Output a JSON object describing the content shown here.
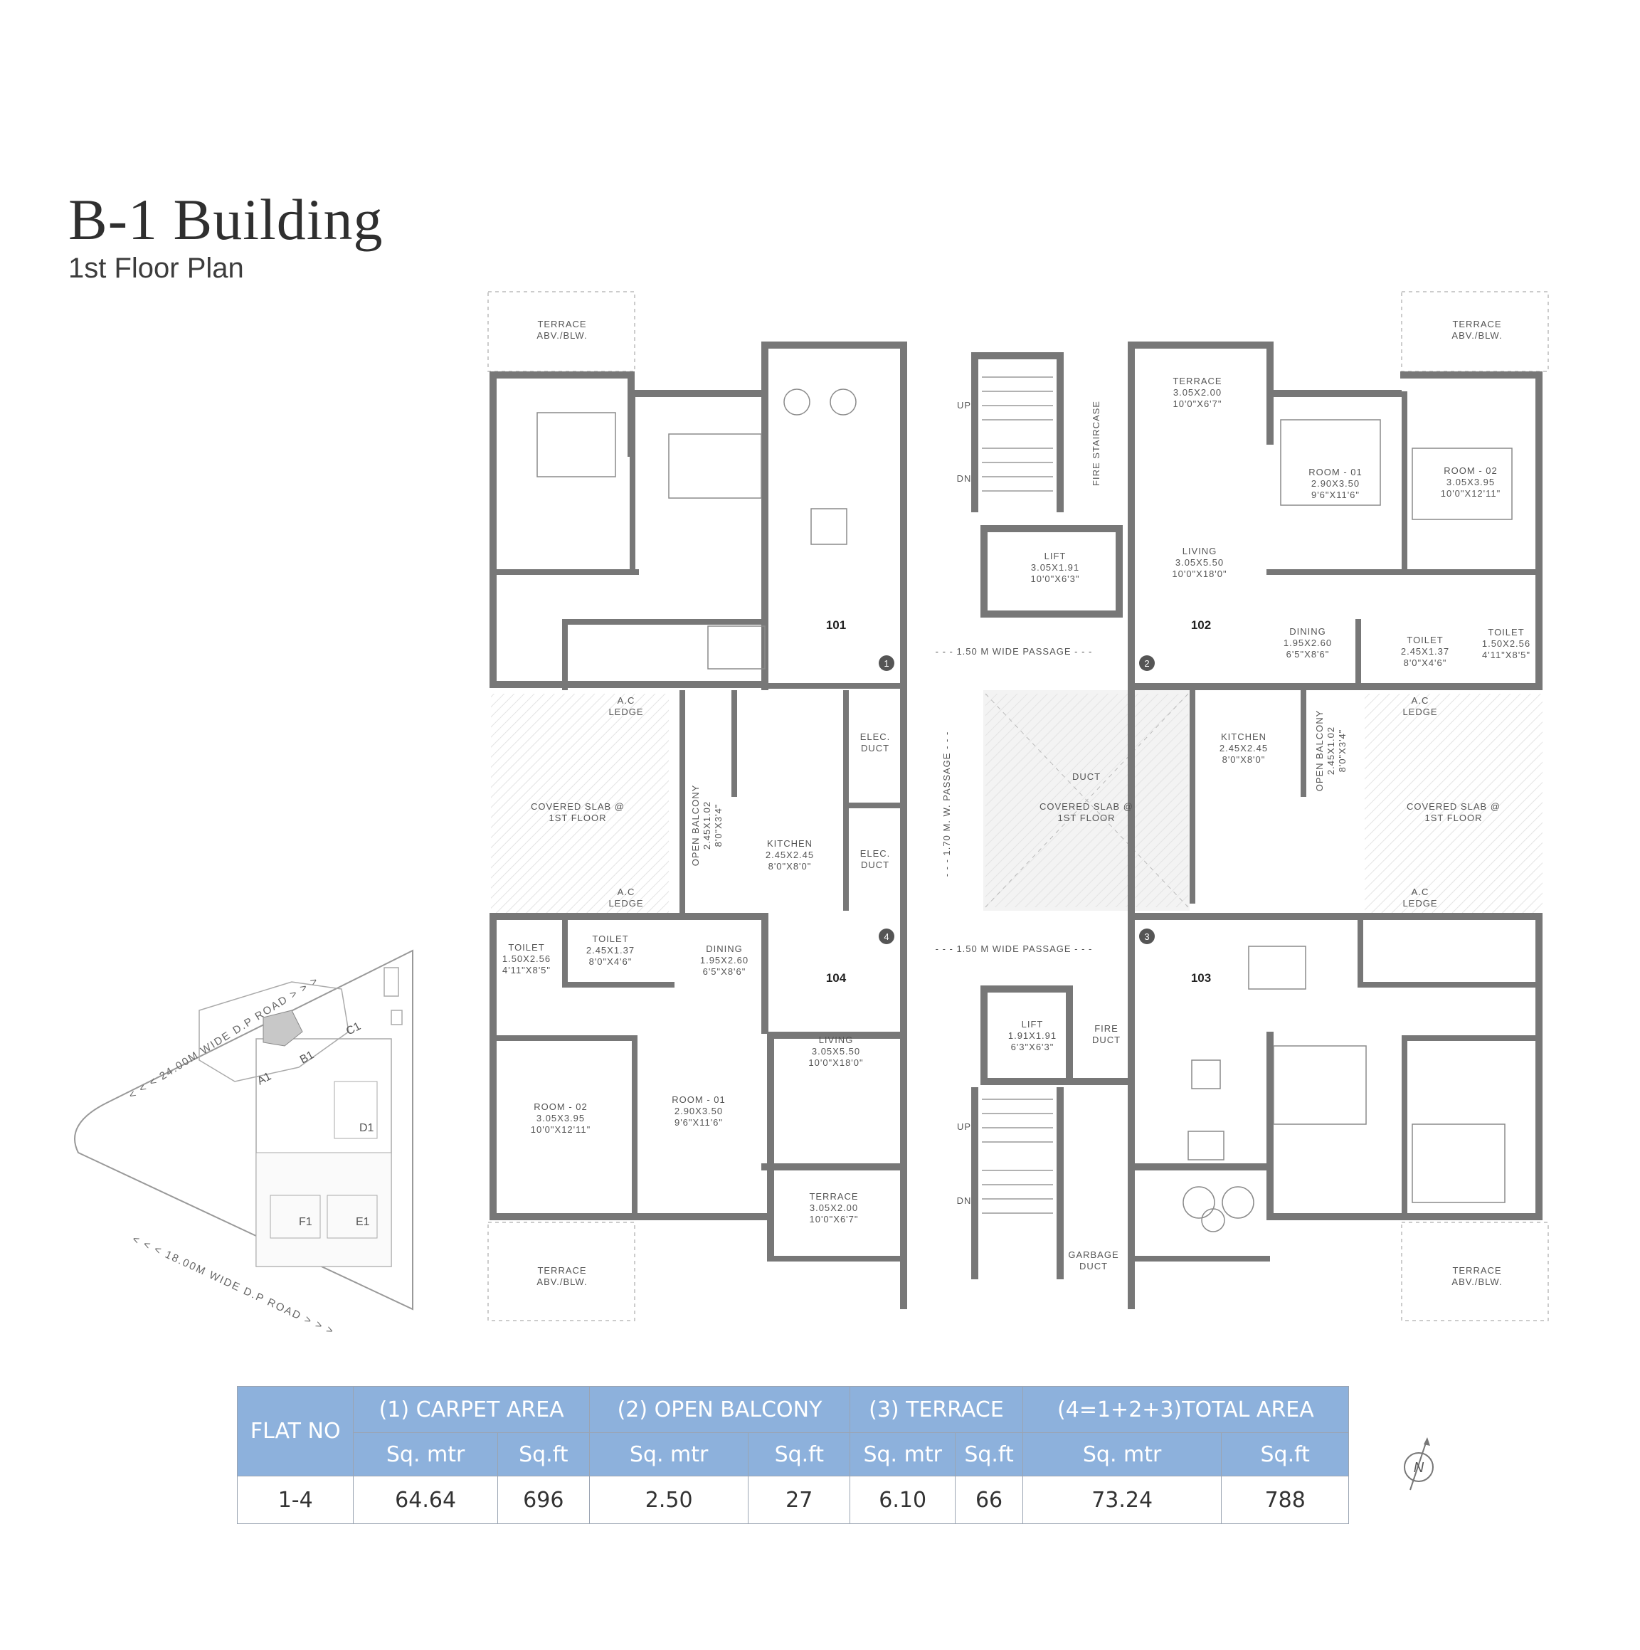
{
  "header": {
    "title": "B-1 Building",
    "subtitle": "1st Floor Plan"
  },
  "plan": {
    "units": [
      "101",
      "102",
      "103",
      "104"
    ],
    "markers": [
      "1",
      "2",
      "3",
      "4"
    ],
    "labels": {
      "terrace_abv": [
        "TERRACE",
        "ABV./BLW."
      ],
      "terrace_102": [
        "TERRACE",
        "3.05X2.00",
        "10'0\"X6'7\""
      ],
      "terrace_104": [
        "TERRACE",
        "3.05X2.00",
        "10'0\"X6'7\""
      ],
      "room01_102": [
        "ROOM - 01",
        "2.90X3.50",
        "9'6\"X11'6\""
      ],
      "room02_102": [
        "ROOM - 02",
        "3.05X3.95",
        "10'0\"X12'11\""
      ],
      "living_102": [
        "LIVING",
        "3.05X5.50",
        "10'0\"X18'0\""
      ],
      "dining_102": [
        "DINING",
        "1.95X2.60",
        "6'5\"X8'6\""
      ],
      "toilet_102a": [
        "TOILET",
        "2.45X1.37",
        "8'0\"X4'6\""
      ],
      "toilet_102b": [
        "TOILET",
        "1.50X2.56",
        "4'11\"X8'5\""
      ],
      "lift_top": [
        "LIFT",
        "3.05X1.91",
        "10'0\"X6'3\""
      ],
      "lift_bottom": [
        "LIFT",
        "1.91X1.91",
        "6'3\"X6'3\""
      ],
      "fire_staircase": "FIRE STAIRCASE",
      "passage_150": "- - - 1.50 M WIDE PASSAGE - - -",
      "passage_170": "- - - 1.70 M. W. PASSAGE - - -",
      "ac_ledge": [
        "A.C",
        "LEDGE"
      ],
      "covered_slab": [
        "COVERED SLAB @",
        "1ST FLOOR"
      ],
      "duct": "DUCT",
      "elec_duct": [
        "ELEC.",
        "DUCT"
      ],
      "fire_duct": [
        "FIRE",
        "DUCT"
      ],
      "garbage_duct": [
        "GARBAGE",
        "DUCT"
      ],
      "kitchen_104": [
        "KITCHEN",
        "2.45X2.45",
        "8'0\"X8'0\""
      ],
      "kitchen_102": [
        "KITCHEN",
        "2.45X2.45",
        "8'0\"X8'0\""
      ],
      "open_balcony": [
        "OPEN BALCONY",
        "2.45X1.02",
        "8'0\"X3'4\""
      ],
      "toilet_104a": [
        "TOILET",
        "1.50X2.56",
        "4'11\"X8'5\""
      ],
      "toilet_104b": [
        "TOILET",
        "2.45X1.37",
        "8'0\"X4'6\""
      ],
      "dining_104": [
        "DINING",
        "1.95X2.60",
        "6'5\"X8'6\""
      ],
      "living_104": [
        "LIVING",
        "3.05X5.50",
        "10'0\"X18'0\""
      ],
      "room02_104": [
        "ROOM - 02",
        "3.05X3.95",
        "10'0\"X12'11\""
      ],
      "room01_104": [
        "ROOM - 01",
        "2.90X3.50",
        "9'6\"X11'6\""
      ],
      "up": "UP",
      "dn": "DN"
    }
  },
  "key_plan": {
    "road_top": "< < <  24.00M  WIDE  D.P  ROAD  > > >",
    "road_bottom": "< < <  18.00M  WIDE  D.P  ROAD  > > >",
    "blocks": [
      "A1",
      "B1",
      "C1",
      "D1",
      "F1",
      "E1"
    ]
  },
  "area_table": {
    "headers": [
      "FLAT NO",
      "(1) CARPET AREA",
      "(2) OPEN BALCONY",
      "(3) TERRACE",
      "(4=1+2+3)TOTAL AREA"
    ],
    "subheaders": [
      "Sq. mtr",
      "Sq.ft",
      "Sq. mtr",
      "Sq.ft",
      "Sq. mtr",
      "Sq.ft",
      "Sq. mtr",
      "Sq.ft"
    ],
    "rows": [
      [
        "1-4",
        "64.64",
        "696",
        "2.50",
        "27",
        "6.10",
        "66",
        "73.24",
        "788"
      ]
    ]
  },
  "compass": {
    "letter": "N"
  },
  "colors": {
    "table_header": "#8db1dc",
    "wall": "#777777"
  }
}
